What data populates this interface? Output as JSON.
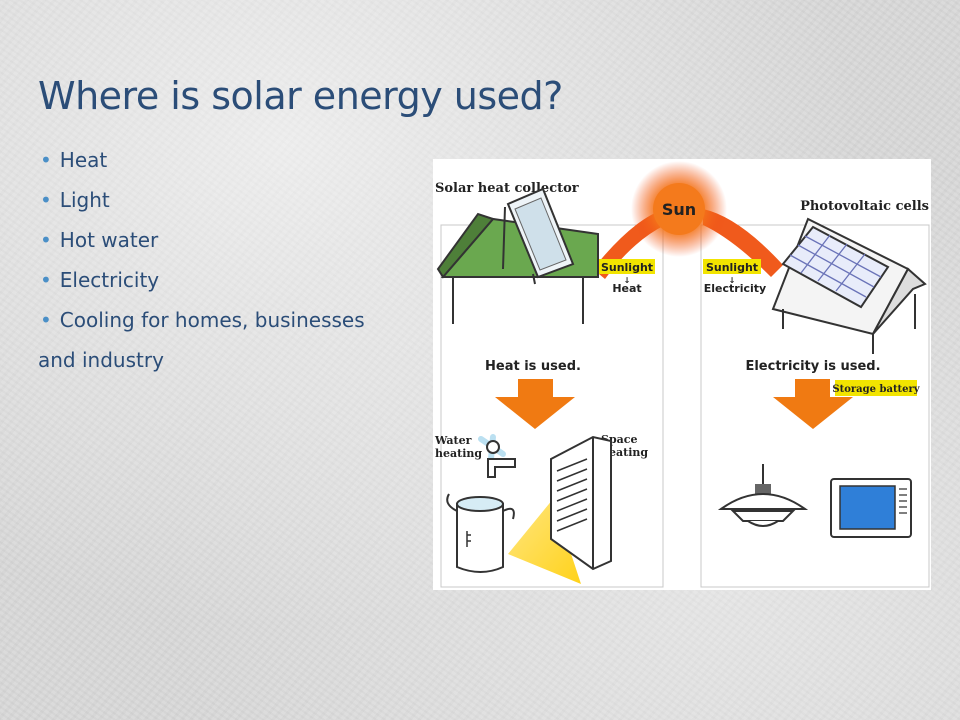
{
  "slide": {
    "title": "Where is solar energy used?",
    "bullets": [
      "Heat",
      "Light",
      "Hot water",
      "Electricity",
      "Cooling for homes, businesses"
    ],
    "bullet_continuation": "and industry"
  },
  "diagram": {
    "sun_label": "Sun",
    "left": {
      "collector_label": "Solar heat collector",
      "conversion_from": "Sunlight",
      "conversion_to": "Heat",
      "result": "Heat is used.",
      "use_1_line1": "Water",
      "use_1_line2": "heating",
      "use_2_line1": "Space",
      "use_2_line2": "heating"
    },
    "right": {
      "collector_label": "Photovoltaic cells",
      "conversion_from": "Sunlight",
      "conversion_to": "Electricity",
      "result": "Electricity is used.",
      "storage": "Storage battery"
    },
    "colors": {
      "title": "#2b4d78",
      "bullet": "#4a8fc7",
      "sun": "#f06a1e",
      "arrow": "#f07a12",
      "label_box": "#f2e400",
      "roof_green": "#6aa84f"
    }
  }
}
